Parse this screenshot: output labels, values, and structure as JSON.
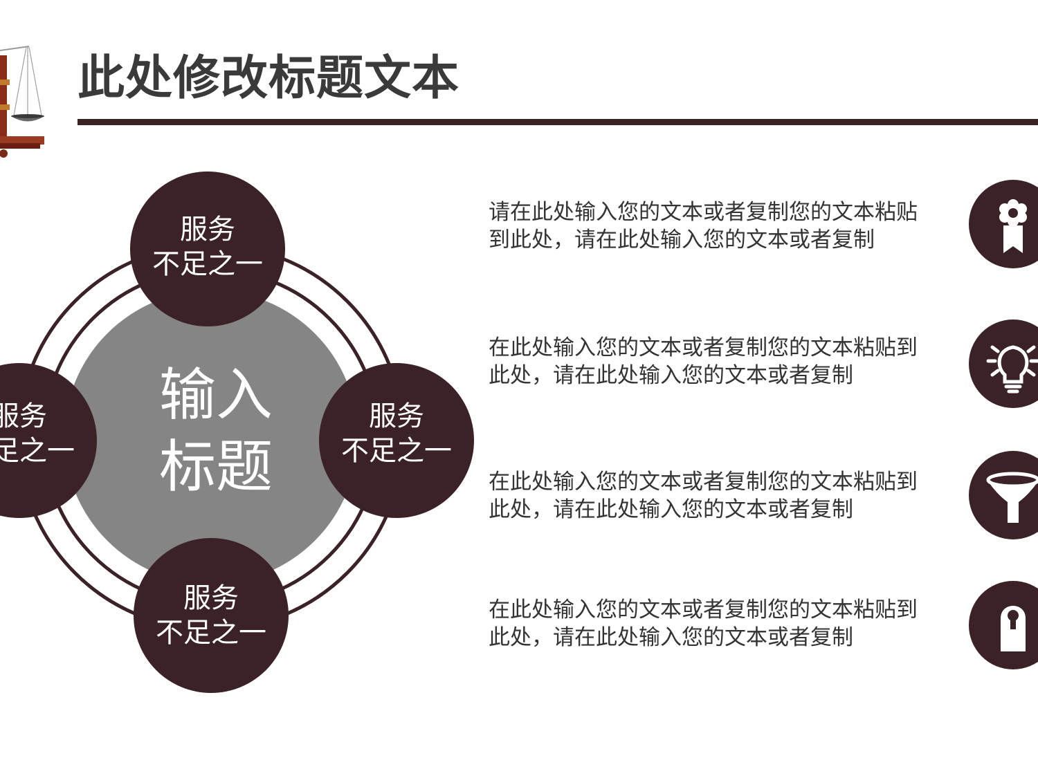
{
  "colors": {
    "brand": "#3a2226",
    "center": "#858585",
    "title": "#3a3a3a",
    "text": "#333333"
  },
  "slide": {
    "title": "此处修改标题文本"
  },
  "diagram": {
    "center": {
      "line1": "输入",
      "line2": "标题"
    },
    "nodes": [
      {
        "line1": "服务",
        "line2": "不足之一"
      },
      {
        "line1": "服务",
        "line2": "不足之一"
      },
      {
        "line1": "服务",
        "line2": "不足之一"
      },
      {
        "line1": "服务",
        "line2": "不足之一"
      }
    ]
  },
  "items": [
    {
      "icon": "award-ribbon-icon",
      "line1": "请在此处输入您的文本或者复制您的文本粘贴",
      "line2": "到此处，请在此处输入您的文本或者复制"
    },
    {
      "icon": "lightbulb-icon",
      "line1": "在此处输入您的文本或者复制您的文本粘贴到",
      "line2": "此处，请在此处输入您的文本或者复制"
    },
    {
      "icon": "funnel-icon",
      "line1": "在此处输入您的文本或者复制您的文本粘贴到",
      "line2": "此处，请在此处输入您的文本或者复制"
    },
    {
      "icon": "door-hanger-icon",
      "line1": "在此处输入您的文本或者复制您的文本粘贴到",
      "line2": "此处，请在此处输入您的文本或者复制"
    }
  ]
}
